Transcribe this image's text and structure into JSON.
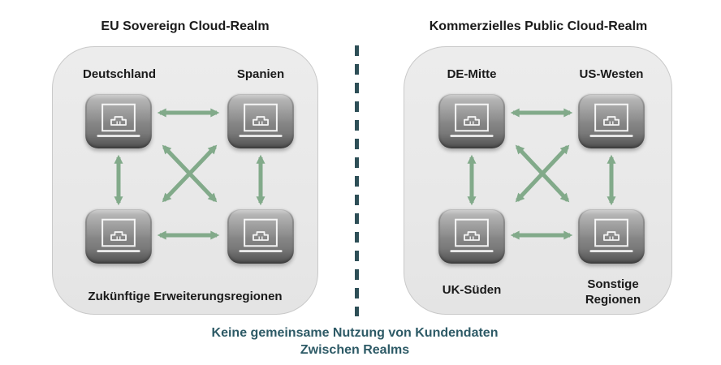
{
  "realms": [
    {
      "title": "EU Sovereign Cloud-Realm",
      "nodes": [
        {
          "label": "Deutschland",
          "icon": "laptop-building-icon"
        },
        {
          "label": "Spanien",
          "icon": "laptop-building-icon"
        },
        {
          "label": "",
          "icon": "laptop-building-icon"
        },
        {
          "label": "",
          "icon": "laptop-building-icon"
        }
      ],
      "footer_label": "Zukünftige Erweiterungsregionen",
      "connections": [
        "top-horizontal",
        "bottom-horizontal",
        "left-vertical",
        "right-vertical",
        "diagonal-cross"
      ]
    },
    {
      "title": "Kommerzielles Public Cloud-Realm",
      "nodes": [
        {
          "label": "DE-Mitte",
          "icon": "laptop-building-icon"
        },
        {
          "label": "US-Westen",
          "icon": "laptop-building-icon"
        },
        {
          "label": "UK-Süden",
          "icon": "laptop-building-icon"
        },
        {
          "label": "Sonstige Regionen",
          "icon": "laptop-building-icon"
        }
      ],
      "footer_label": "",
      "connections": [
        "top-horizontal",
        "bottom-horizontal",
        "left-vertical",
        "right-vertical",
        "diagonal-cross"
      ]
    }
  ],
  "divider": {
    "style": "dashed-vertical",
    "color": "#2e4f57"
  },
  "note": {
    "line1": "Keine gemeinsame Nutzung von Kundendaten",
    "line2": "Zwischen Realms",
    "color": "#2d5a66"
  },
  "colors": {
    "arrow_green": "#82aa8a",
    "panel_bg": "#e9e9e9",
    "panel_border": "#c9c9c9",
    "node_gray": "#8c8c8c",
    "label_black": "#1a1a1a",
    "background": "#ffffff"
  }
}
